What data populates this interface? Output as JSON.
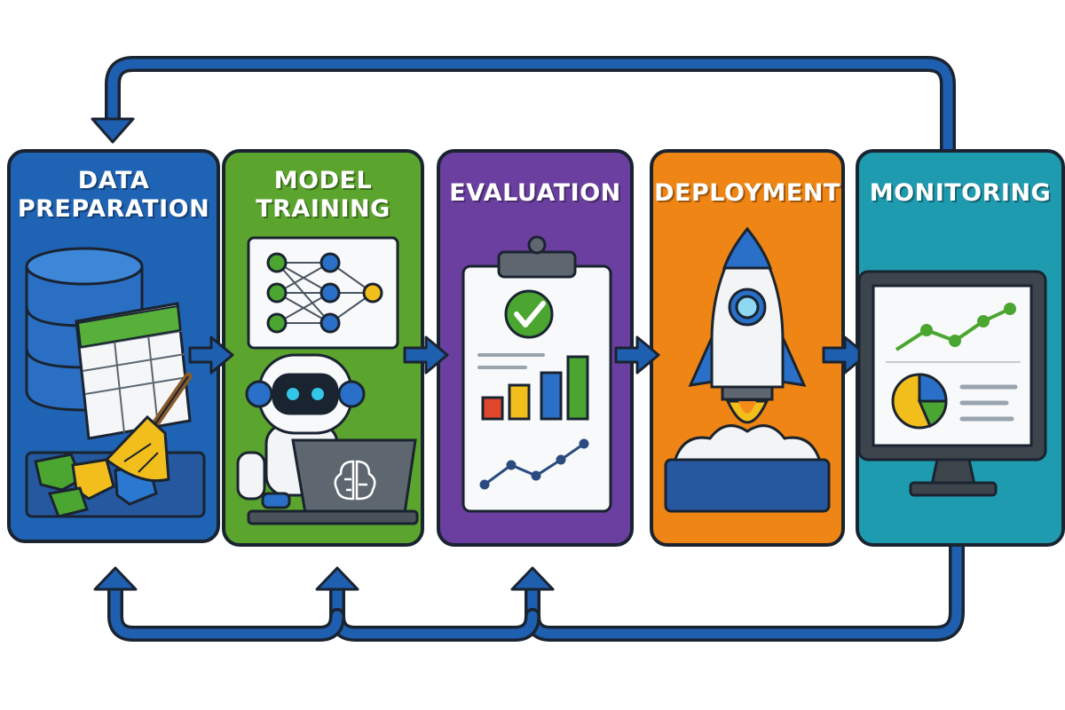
{
  "stages": [
    {
      "id": "data-preparation",
      "title_lines": [
        "DATA",
        "PREPARATION"
      ],
      "color": "#1f63b4"
    },
    {
      "id": "model-training",
      "title_lines": [
        "MODEL",
        "TRAINING"
      ],
      "color": "#5ba52e"
    },
    {
      "id": "evaluation",
      "title_lines": [
        "EVALUATION"
      ],
      "color": "#6b3fa0"
    },
    {
      "id": "deployment",
      "title_lines": [
        "DEPLOYMENT"
      ],
      "color": "#ee8514"
    },
    {
      "id": "monitoring",
      "title_lines": [
        "MONITORING"
      ],
      "color": "#1f9bb0"
    }
  ],
  "icons": {
    "data-preparation": [
      "database-icon",
      "spreadsheet-icon",
      "broom-icon",
      "puzzle-pieces-icon"
    ],
    "model-training": [
      "neural-network-icon",
      "robot-icon",
      "laptop-icon",
      "brain-icon"
    ],
    "evaluation": [
      "clipboard-icon",
      "checkmark-icon",
      "bar-chart-icon",
      "line-chart-icon"
    ],
    "deployment": [
      "rocket-icon",
      "launch-pad-icon"
    ],
    "monitoring": [
      "monitor-icon",
      "line-chart-icon",
      "pie-chart-icon"
    ]
  },
  "colors": {
    "arrow": "#1f5fb0",
    "outline": "#1a2330",
    "check": "#4aa630",
    "bar_red": "#e0472c",
    "bar_yellow": "#f2be1c",
    "bar_blue": "#2a70c8",
    "bar_green": "#4aa630"
  }
}
